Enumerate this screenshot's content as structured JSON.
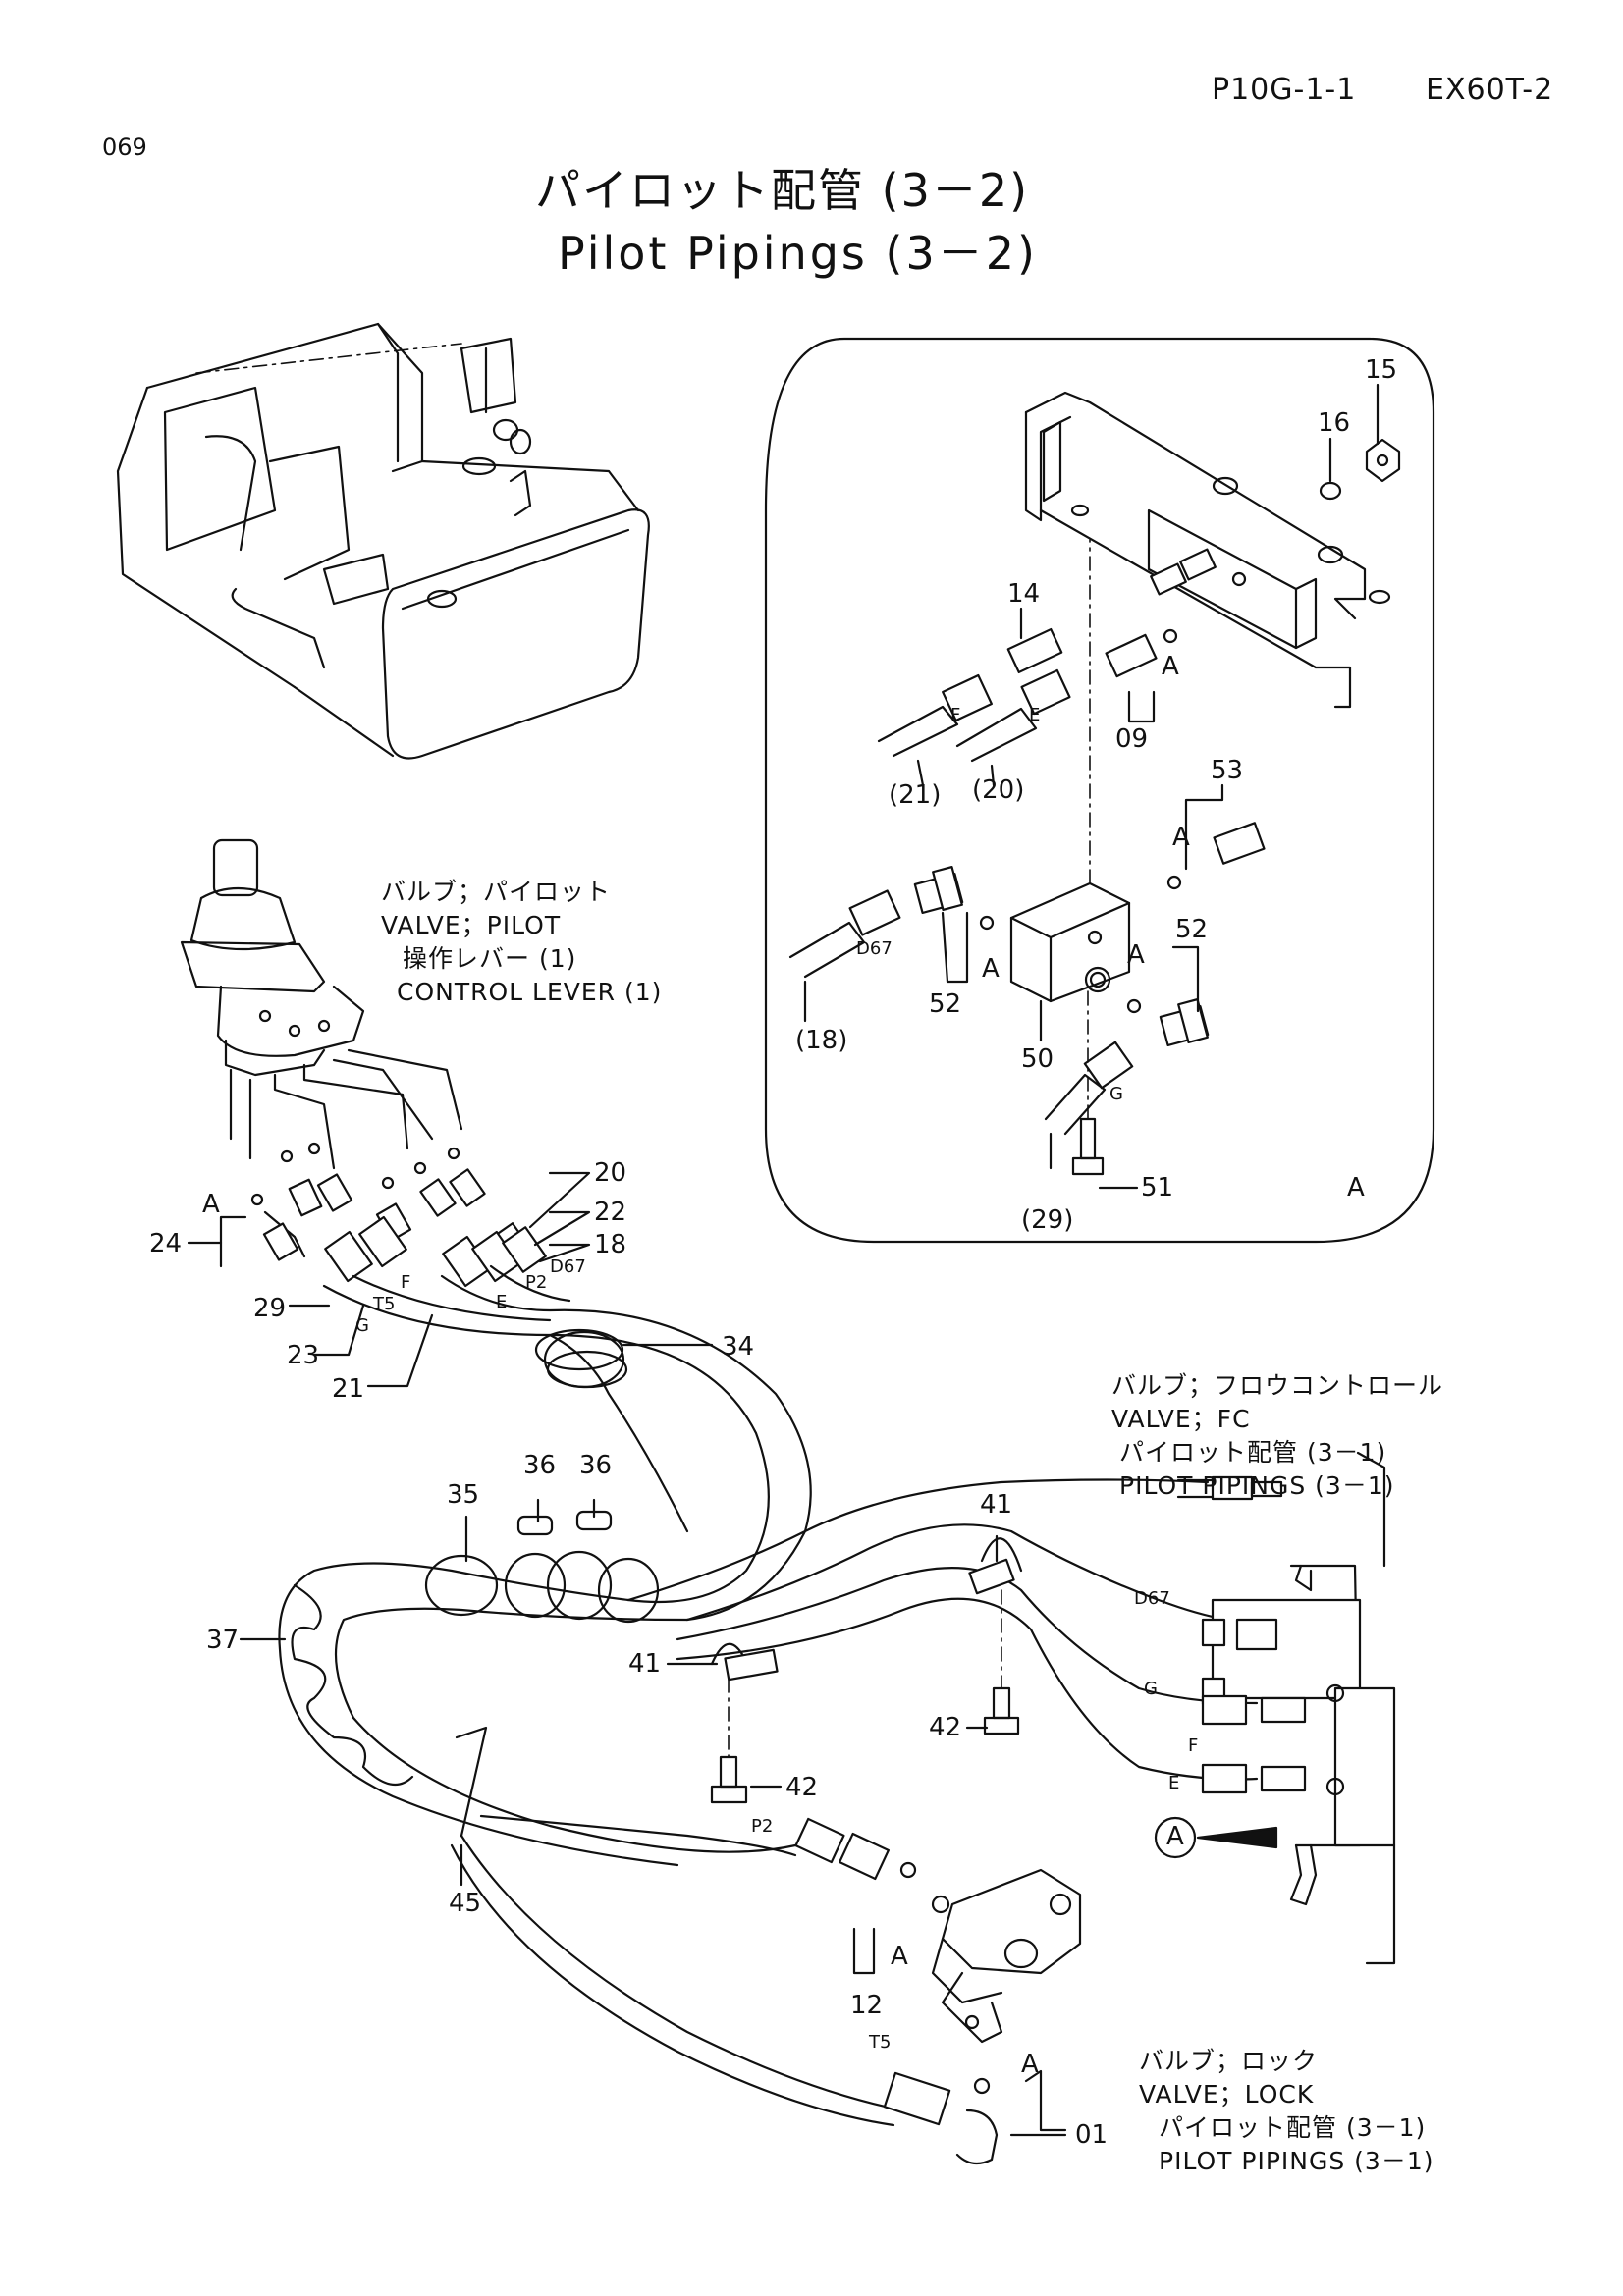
{
  "header": {
    "page_code": "P10G-1-1",
    "model": "EX60T-2",
    "page_number": "069"
  },
  "title": {
    "japanese": "パイロット配管 (3－2)",
    "english": "Pilot Pipings (3－2)"
  },
  "captions": {
    "pilot_valve": [
      "バルブ；パイロット",
      "VALVE；PILOT",
      "操作レバー (1)",
      "CONTROL LEVER (1)"
    ],
    "fc_valve": [
      "バルブ；フロウコントロール",
      "VALVE；FC",
      "パイロット配管 (3－1)",
      "PILOT PIPINGS (3－1)"
    ],
    "lock_valve": [
      "バルブ；ロック",
      "VALVE；LOCK",
      "パイロット配管 (3－1)",
      "PILOT PIPINGS (3－1)"
    ]
  },
  "detail_view": {
    "label": "A",
    "callouts": [
      "15",
      "16",
      "14",
      "09",
      "(21)",
      "(20)",
      "53",
      "52",
      "52",
      "(18)",
      "50",
      "51",
      "(29)"
    ],
    "port_marks": [
      "F",
      "E",
      "D67",
      "G",
      "A",
      "A",
      "A",
      "A"
    ]
  },
  "main_callouts": [
    "20",
    "22",
    "18",
    "24",
    "29",
    "23",
    "21",
    "34",
    "35",
    "36",
    "36",
    "37",
    "41",
    "41",
    "42",
    "42",
    "45",
    "12",
    "01"
  ],
  "port_marks": [
    "T5",
    "G",
    "F",
    "E",
    "P2",
    "D67",
    "A",
    "D67",
    "G",
    "F",
    "E",
    "P2",
    "T5",
    "A",
    "A"
  ],
  "view_arrow_label": "A",
  "colors": {
    "ink": "#111111",
    "paper": "#ffffff"
  },
  "icons": [
    "excavator-machine-icon",
    "pilot-valve-icon",
    "flow-control-valve-icon",
    "lock-valve-icon",
    "hose-bundle-icon",
    "view-arrow-icon"
  ]
}
